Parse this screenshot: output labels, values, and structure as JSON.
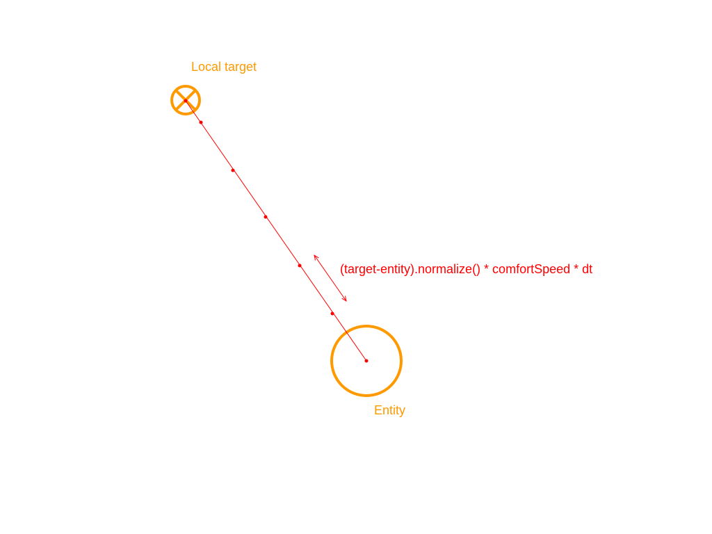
{
  "labels": {
    "local_target": "Local target",
    "entity": "Entity",
    "formula": "(target-entity).normalize() * comfortSpeed * dt"
  },
  "colors": {
    "orange": "#ff9900",
    "red": "#ff0000"
  },
  "icons": {
    "target": "crossed-circle-icon",
    "entity": "circle-icon"
  }
}
